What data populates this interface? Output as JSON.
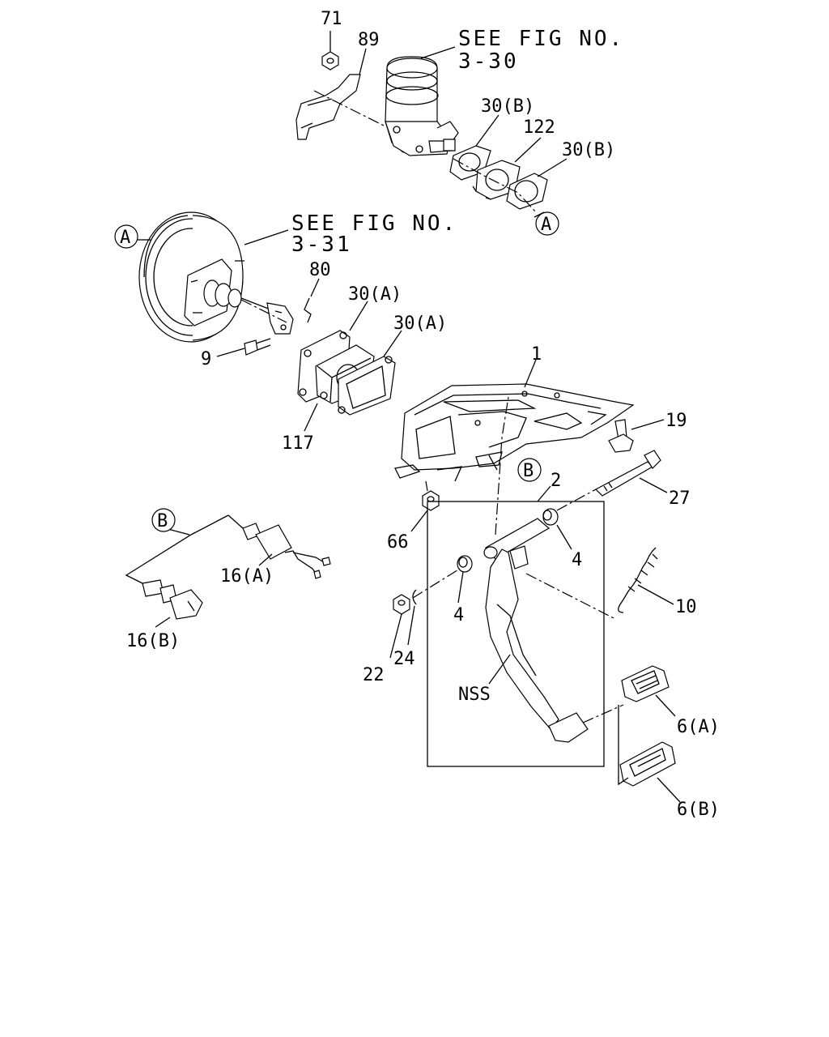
{
  "refs": {
    "fig_3_30_line1": "SEE FIG NO.",
    "fig_3_30_line2": "3-30",
    "fig_3_31_line1": "SEE FIG NO.",
    "fig_3_31_line2": "3-31"
  },
  "callouts": {
    "p71": "71",
    "p89": "89",
    "p30b_1": "30(B)",
    "p122": "122",
    "p30b_2": "30(B)",
    "p80": "80",
    "p30a_1": "30(A)",
    "p30a_2": "30(A)",
    "p9": "9",
    "p117": "117",
    "p1": "1",
    "p19": "19",
    "p2": "2",
    "p27": "27",
    "p66": "66",
    "p4a": "4",
    "p4b": "4",
    "p10": "10",
    "p16a": "16(A)",
    "p16b": "16(B)",
    "p22": "22",
    "p24": "24",
    "pnss": "NSS",
    "p6a": "6(A)",
    "p6b": "6(B)"
  },
  "markers": {
    "a_left": "A",
    "a_right": "A",
    "b_bracket": "B",
    "b_switch": "B"
  }
}
